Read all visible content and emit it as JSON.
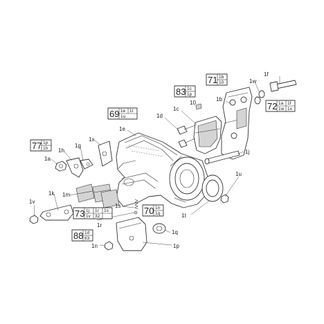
{
  "callouts": [
    "1a",
    "1b",
    "1c",
    "1d",
    "1e",
    "1f",
    "1g",
    "1h",
    "1j",
    "1k",
    "1m",
    "1n",
    "1p",
    "1q",
    "1r",
    "1s",
    "1t",
    "1u",
    "1v",
    "1w",
    "1x",
    "10"
  ],
  "ref_boxes": [
    {
      "number": "71",
      "subs": [
        "1b",
        "10"
      ]
    },
    {
      "number": "83",
      "subs": [
        "1c",
        "1p"
      ]
    },
    {
      "number": "69",
      "subs": [
        "1e",
        "1t",
        "1u",
        ""
      ]
    },
    {
      "number": "72",
      "subs": [
        "1a",
        "1f",
        "1w",
        "1x"
      ]
    },
    {
      "number": "77",
      "subs": [
        "1p",
        "1h"
      ]
    },
    {
      "number": "73",
      "subs": [
        "1j",
        "1r",
        "1s",
        "1v",
        "32",
        ""
      ]
    },
    {
      "number": "70",
      "subs": [
        "1n",
        "1q"
      ]
    },
    {
      "number": "88",
      "subs": [
        "1d",
        "83"
      ]
    }
  ],
  "colors": {
    "line": "#333333",
    "shade": "#d4d4d4",
    "text": "#222222"
  }
}
